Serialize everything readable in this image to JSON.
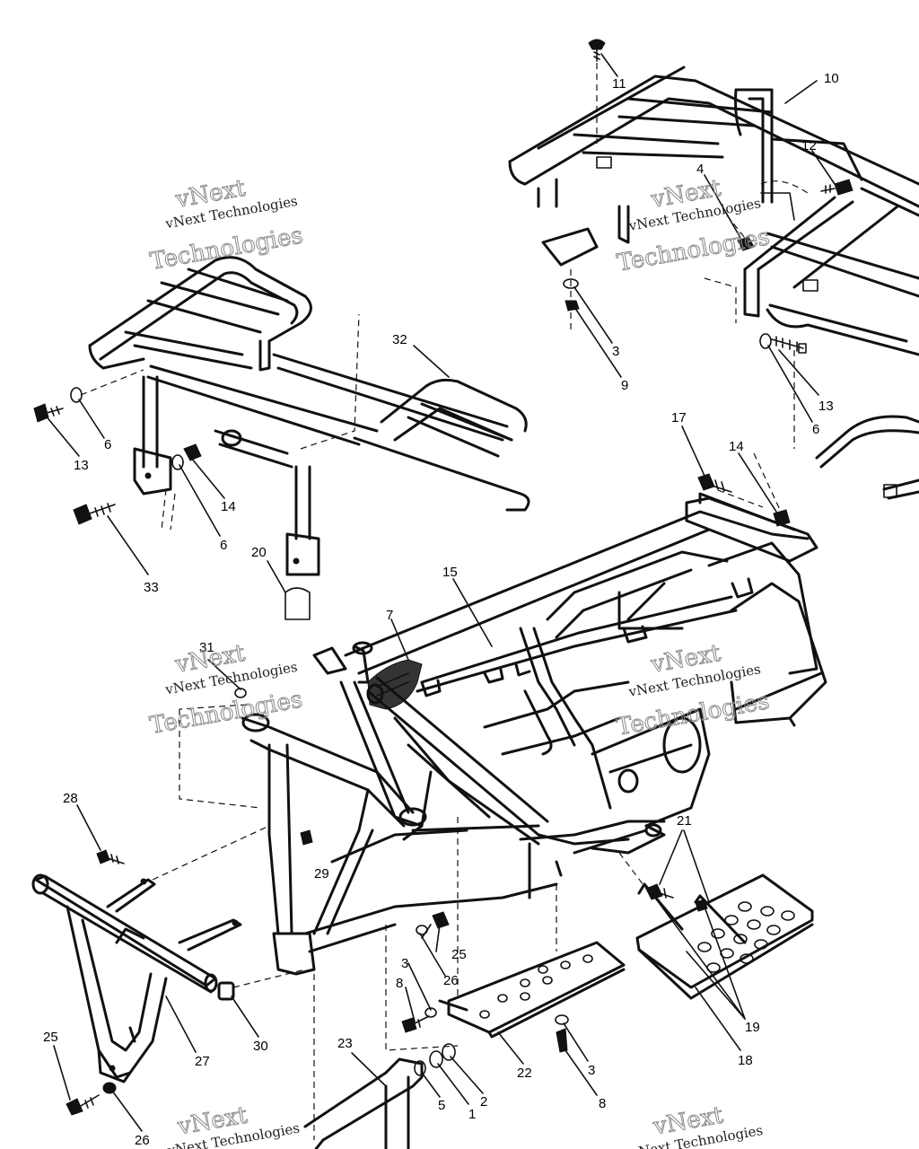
{
  "callouts": [
    {
      "text": "11"
    },
    {
      "text": "10"
    },
    {
      "text": "12"
    },
    {
      "text": "4"
    },
    {
      "text": "3"
    },
    {
      "text": "9"
    },
    {
      "text": "13"
    },
    {
      "text": "6"
    },
    {
      "text": "32"
    },
    {
      "text": "13"
    },
    {
      "text": "6"
    },
    {
      "text": "14"
    },
    {
      "text": "6"
    },
    {
      "text": "33"
    },
    {
      "text": "20"
    },
    {
      "text": "17"
    },
    {
      "text": "14"
    },
    {
      "text": "15"
    },
    {
      "text": "7"
    },
    {
      "text": "31"
    },
    {
      "text": "28"
    },
    {
      "text": "29"
    },
    {
      "text": "21"
    },
    {
      "text": "25"
    },
    {
      "text": "26"
    },
    {
      "text": "3"
    },
    {
      "text": "8"
    },
    {
      "text": "19"
    },
    {
      "text": "18"
    },
    {
      "text": "27"
    },
    {
      "text": "30"
    },
    {
      "text": "22"
    },
    {
      "text": "3"
    },
    {
      "text": "8"
    },
    {
      "text": "25"
    },
    {
      "text": "23"
    },
    {
      "text": "5"
    },
    {
      "text": "1"
    },
    {
      "text": "2"
    },
    {
      "text": "26"
    }
  ],
  "watermark": {
    "small": "vNext Technologies",
    "big_top": "vNext",
    "big_bottom": "Technologies"
  }
}
